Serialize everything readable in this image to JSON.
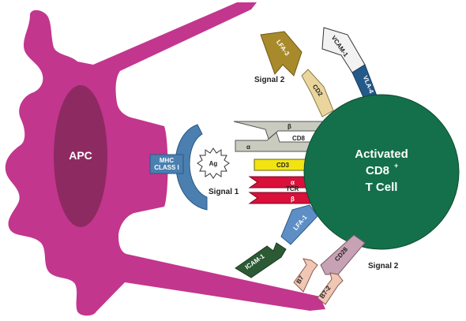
{
  "apc": {
    "label": "APC"
  },
  "tcell": {
    "line1": "Activated",
    "line2_base": "CD8",
    "line2_sup": "+",
    "line3": "T Cell"
  },
  "molecules": {
    "mhc_line1": "MHC",
    "mhc_line2": "CLASS I",
    "ag": "Ag",
    "cd8": "CD8",
    "cd8_beta": "β",
    "cd8_alpha": "α",
    "cd3": "CD3",
    "tcr": "TCR",
    "tcr_alpha": "α",
    "tcr_beta": "β",
    "lfa3": "LFA-3",
    "cd2": "CD2",
    "vcam1": "VCAM-1",
    "vla4": "VLA-4",
    "lfa1": "LFA-1",
    "icam1": "ICAM-1",
    "cd28": "CD28",
    "b7_a": "B7",
    "b7_b": "B7-2"
  },
  "signals": {
    "signal1": "Signal 1",
    "signal2_top": "Signal 2",
    "signal2_bottom": "Signal 2"
  },
  "colors": {
    "apc_body": "#c2368e",
    "apc_nucleus": "#8e2a62",
    "tcell": "#14704a",
    "mhc": "#4a7fb0",
    "cd8": "#c9cbbf",
    "cd3": "#f2e413",
    "tcr": "#d8103a",
    "lfa3": "#a88a2a",
    "cd2": "#ead59c",
    "vcam1": "#f2f2f2",
    "vla4": "#245a8a",
    "lfa1": "#5d8fc6",
    "icam1": "#2c5a35",
    "cd28": "#c7a2b4",
    "b7": "#f0c6b4"
  }
}
